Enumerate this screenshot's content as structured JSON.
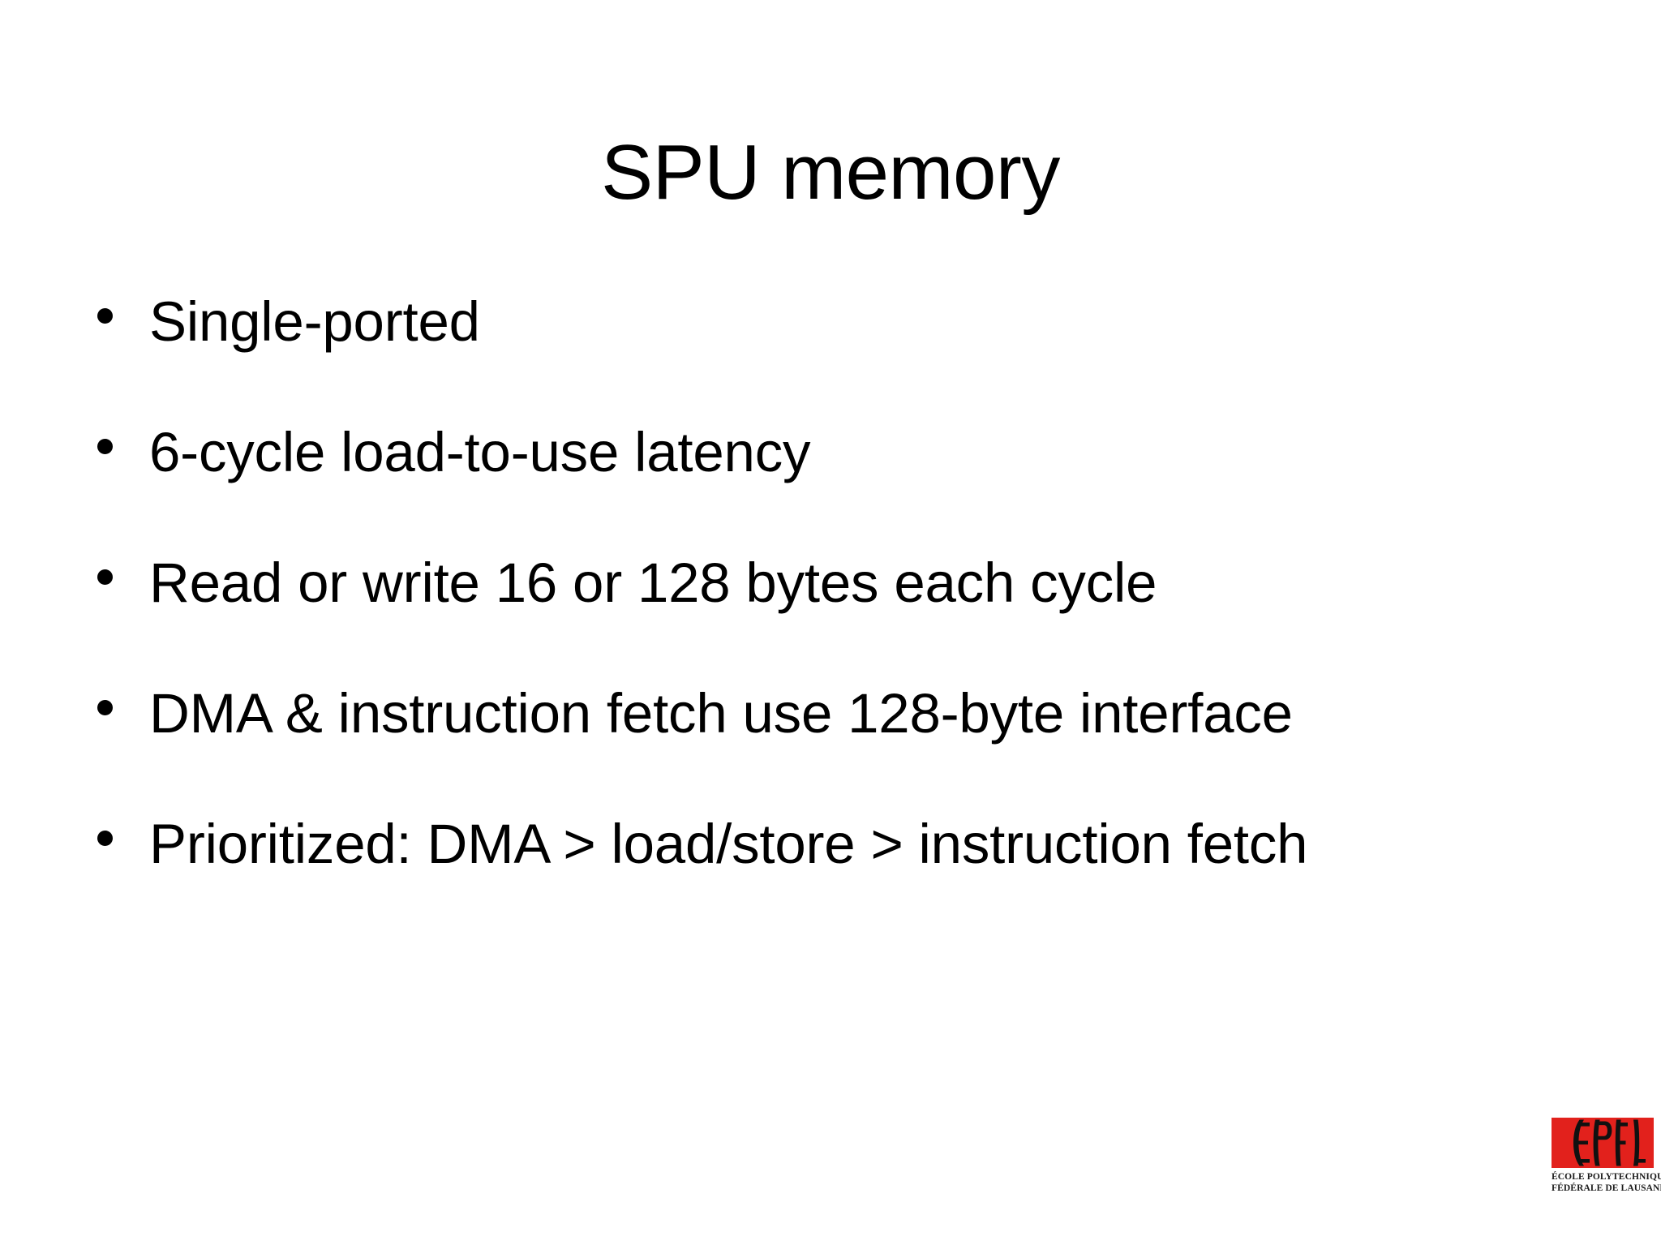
{
  "slide": {
    "title": "SPU memory",
    "background_color": "#ffffff",
    "text_color": "#000000",
    "bullets": [
      {
        "text": "Single-ported"
      },
      {
        "text": "6-cycle load-to-use latency"
      },
      {
        "text": "Read or write 16 or 128 bytes each cycle"
      },
      {
        "text": "DMA & instruction fetch use 128-byte interface"
      },
      {
        "text": "Prioritized: DMA > load/store > instruction fetch"
      }
    ]
  },
  "logo": {
    "name": "epfl-logo",
    "mark_text": "EPFL",
    "brand_color": "#e2211c",
    "line1": "ÉCOLE POLYTECHNIQUE",
    "line2": "FÉDÉRALE DE LAUSANNE"
  }
}
